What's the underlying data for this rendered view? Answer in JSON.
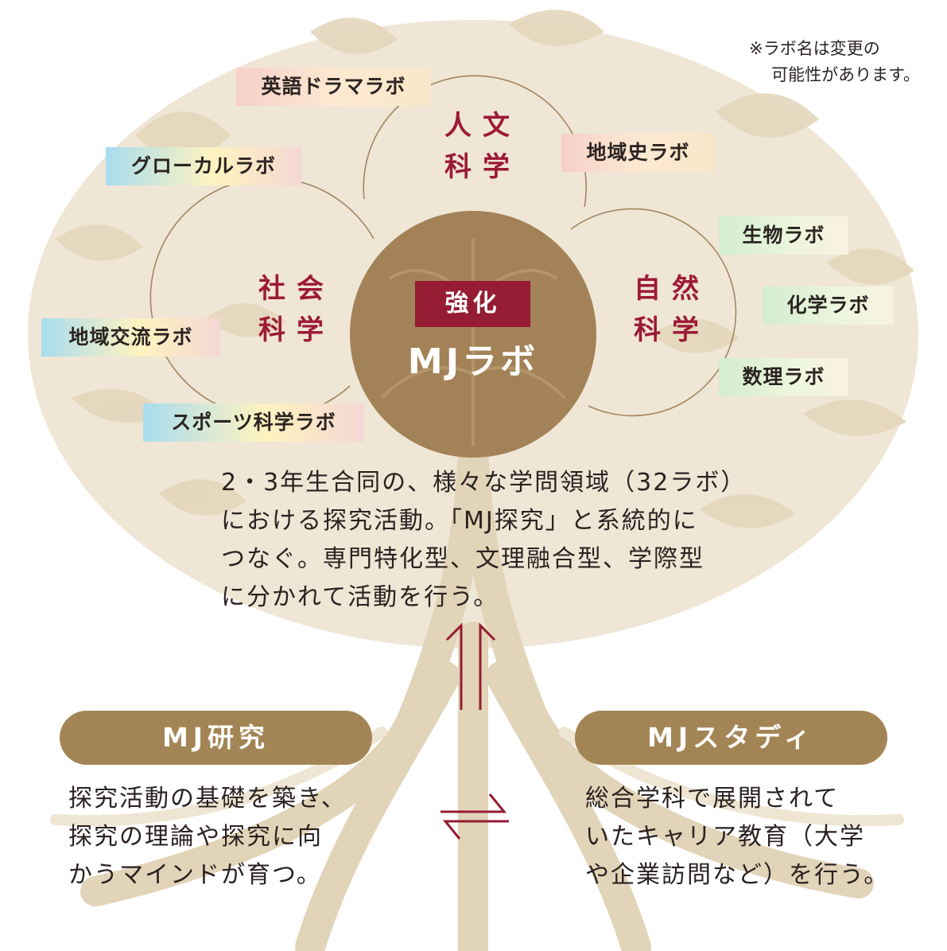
{
  "note": {
    "line1": "※ラボ名は変更の",
    "line2": "可能性があります。"
  },
  "center": {
    "badge": "強化",
    "title": "MJラボ"
  },
  "fields": {
    "humanities": {
      "line1": "人文",
      "line2": "科学"
    },
    "social": {
      "line1": "社会",
      "line2": "科学"
    },
    "natural": {
      "line1": "自然",
      "line2": "科学"
    }
  },
  "labs": {
    "english_drama": "英語ドラマラボ",
    "local_history": "地域史ラボ",
    "global": "グローカルラボ",
    "biology": "生物ラボ",
    "chemistry": "化学ラボ",
    "regional_exchange": "地域交流ラボ",
    "math_science": "数理ラボ",
    "sports_science": "スポーツ科学ラボ"
  },
  "main_description": {
    "lines": [
      "2・3年生合同の、様々な学問領域（32ラボ）",
      "における探究活動。「MJ探究」と系統的に",
      "つなぐ。専門特化型、文理融合型、学際型",
      "に分かれて活動を行う。"
    ]
  },
  "mj_research": {
    "title": "MJ研究",
    "lines": [
      "探究活動の基礎を築き、",
      "探究の理論や探究に向",
      "かうマインドが育つ。"
    ]
  },
  "mj_study": {
    "title": "MJスタディ",
    "lines": [
      "総合学科で展開されて",
      "いたキャリア教育（大学",
      "や企業訪問など）を行う。"
    ]
  },
  "colors": {
    "crimson": "#951c33",
    "gold_pill": "#a38555",
    "center_circle": "#a38257",
    "tree": "#e8dcc5"
  }
}
